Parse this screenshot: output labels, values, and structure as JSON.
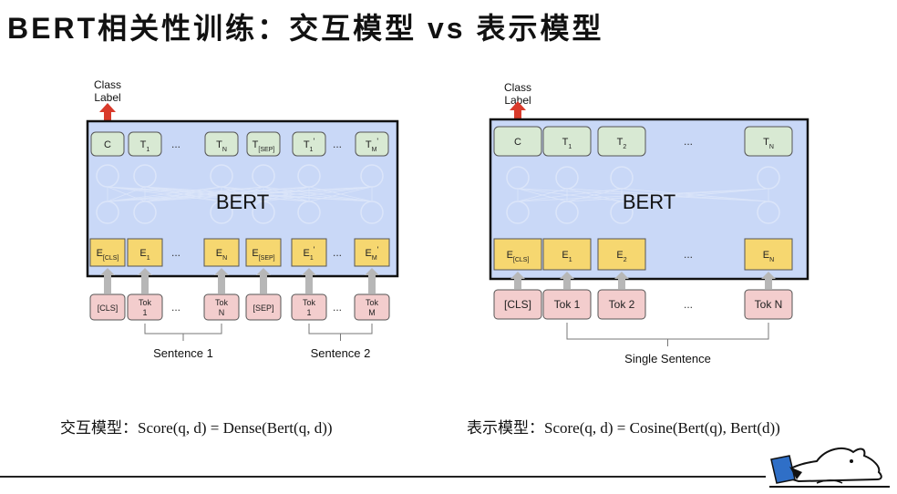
{
  "title": "BERT相关性训练：交互模型 vs 表示模型",
  "left_model": {
    "class_label_line1": "Class",
    "class_label_line2": "Label",
    "bert": "BERT",
    "outputs": [
      {
        "base": "C",
        "sub": "",
        "prime": ""
      },
      {
        "base": "T",
        "sub": "1",
        "prime": ""
      },
      {
        "base": "...",
        "sub": "",
        "prime": ""
      },
      {
        "base": "T",
        "sub": "N",
        "prime": ""
      },
      {
        "base": "T",
        "sub": "[SEP]",
        "prime": ""
      },
      {
        "base": "T",
        "sub": "1",
        "prime": "'"
      },
      {
        "base": "...",
        "sub": "",
        "prime": ""
      },
      {
        "base": "T",
        "sub": "M",
        "prime": "'"
      }
    ],
    "embeddings": [
      {
        "base": "E",
        "sub": "[CLS]",
        "prime": ""
      },
      {
        "base": "E",
        "sub": "1",
        "prime": ""
      },
      {
        "base": "...",
        "sub": "",
        "prime": ""
      },
      {
        "base": "E",
        "sub": "N",
        "prime": ""
      },
      {
        "base": "E",
        "sub": "[SEP]",
        "prime": ""
      },
      {
        "base": "E",
        "sub": "1",
        "prime": "'"
      },
      {
        "base": "...",
        "sub": "",
        "prime": ""
      },
      {
        "base": "E",
        "sub": "M",
        "prime": "'"
      }
    ],
    "tokens": [
      {
        "line1": "[CLS]",
        "line2": ""
      },
      {
        "line1": "Tok",
        "line2": "1"
      },
      {
        "line1": "...",
        "line2": ""
      },
      {
        "line1": "Tok",
        "line2": "N"
      },
      {
        "line1": "[SEP]",
        "line2": ""
      },
      {
        "line1": "Tok",
        "line2": "1"
      },
      {
        "line1": "...",
        "line2": ""
      },
      {
        "line1": "Tok",
        "line2": "M"
      }
    ],
    "sentence1": "Sentence 1",
    "sentence2": "Sentence 2"
  },
  "right_model": {
    "class_label_line1": "Class",
    "class_label_line2": "Label",
    "bert": "BERT",
    "outputs": [
      {
        "base": "C",
        "sub": "",
        "prime": ""
      },
      {
        "base": "T",
        "sub": "1",
        "prime": ""
      },
      {
        "base": "T",
        "sub": "2",
        "prime": ""
      },
      {
        "base": "...",
        "sub": "",
        "prime": ""
      },
      {
        "base": "T",
        "sub": "N",
        "prime": ""
      }
    ],
    "embeddings": [
      {
        "base": "E",
        "sub": "[CLS]",
        "prime": ""
      },
      {
        "base": "E",
        "sub": "1",
        "prime": ""
      },
      {
        "base": "E",
        "sub": "2",
        "prime": ""
      },
      {
        "base": "...",
        "sub": "",
        "prime": ""
      },
      {
        "base": "E",
        "sub": "N",
        "prime": ""
      }
    ],
    "tokens": [
      {
        "line1": "[CLS]",
        "line2": ""
      },
      {
        "line1": "Tok 1",
        "line2": ""
      },
      {
        "line1": "Tok 2",
        "line2": ""
      },
      {
        "line1": "...",
        "line2": ""
      },
      {
        "line1": "Tok N",
        "line2": ""
      }
    ],
    "sentence": "Single Sentence"
  },
  "formula_left": "交互模型：Score(q, d) = Dense(Bert(q, d))",
  "formula_right": "表示模型：Score(q, d) = Cosine(Bert(q), Bert(d))",
  "colors": {
    "panel": "#c9d8f7",
    "output_box": "#d8e9d3",
    "embedding_box": "#f6d770",
    "token_box": "#f3cdcd",
    "arrow_red": "#d93a2b",
    "arrow_gray": "#b7b7b7"
  },
  "icons": [
    "up-arrow-icon",
    "mascot-reading-icon"
  ]
}
